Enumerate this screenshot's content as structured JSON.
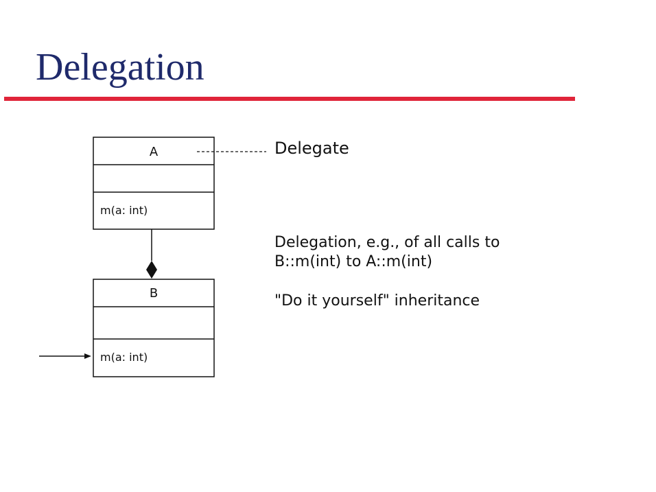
{
  "slide": {
    "title": "Delegation",
    "accent_color": "#e0253a",
    "title_color": "#1f2a6b"
  },
  "diagram": {
    "class_a": {
      "name": "A",
      "operation": "m(a: int)"
    },
    "class_b": {
      "name": "B",
      "operation": "m(a: int)"
    },
    "delegate_label": "Delegate"
  },
  "notes": {
    "line1": "Delegation, e.g., of all calls to",
    "line2": "B::m(int) to A::m(int)",
    "line3": "\"Do it yourself\" inheritance"
  }
}
